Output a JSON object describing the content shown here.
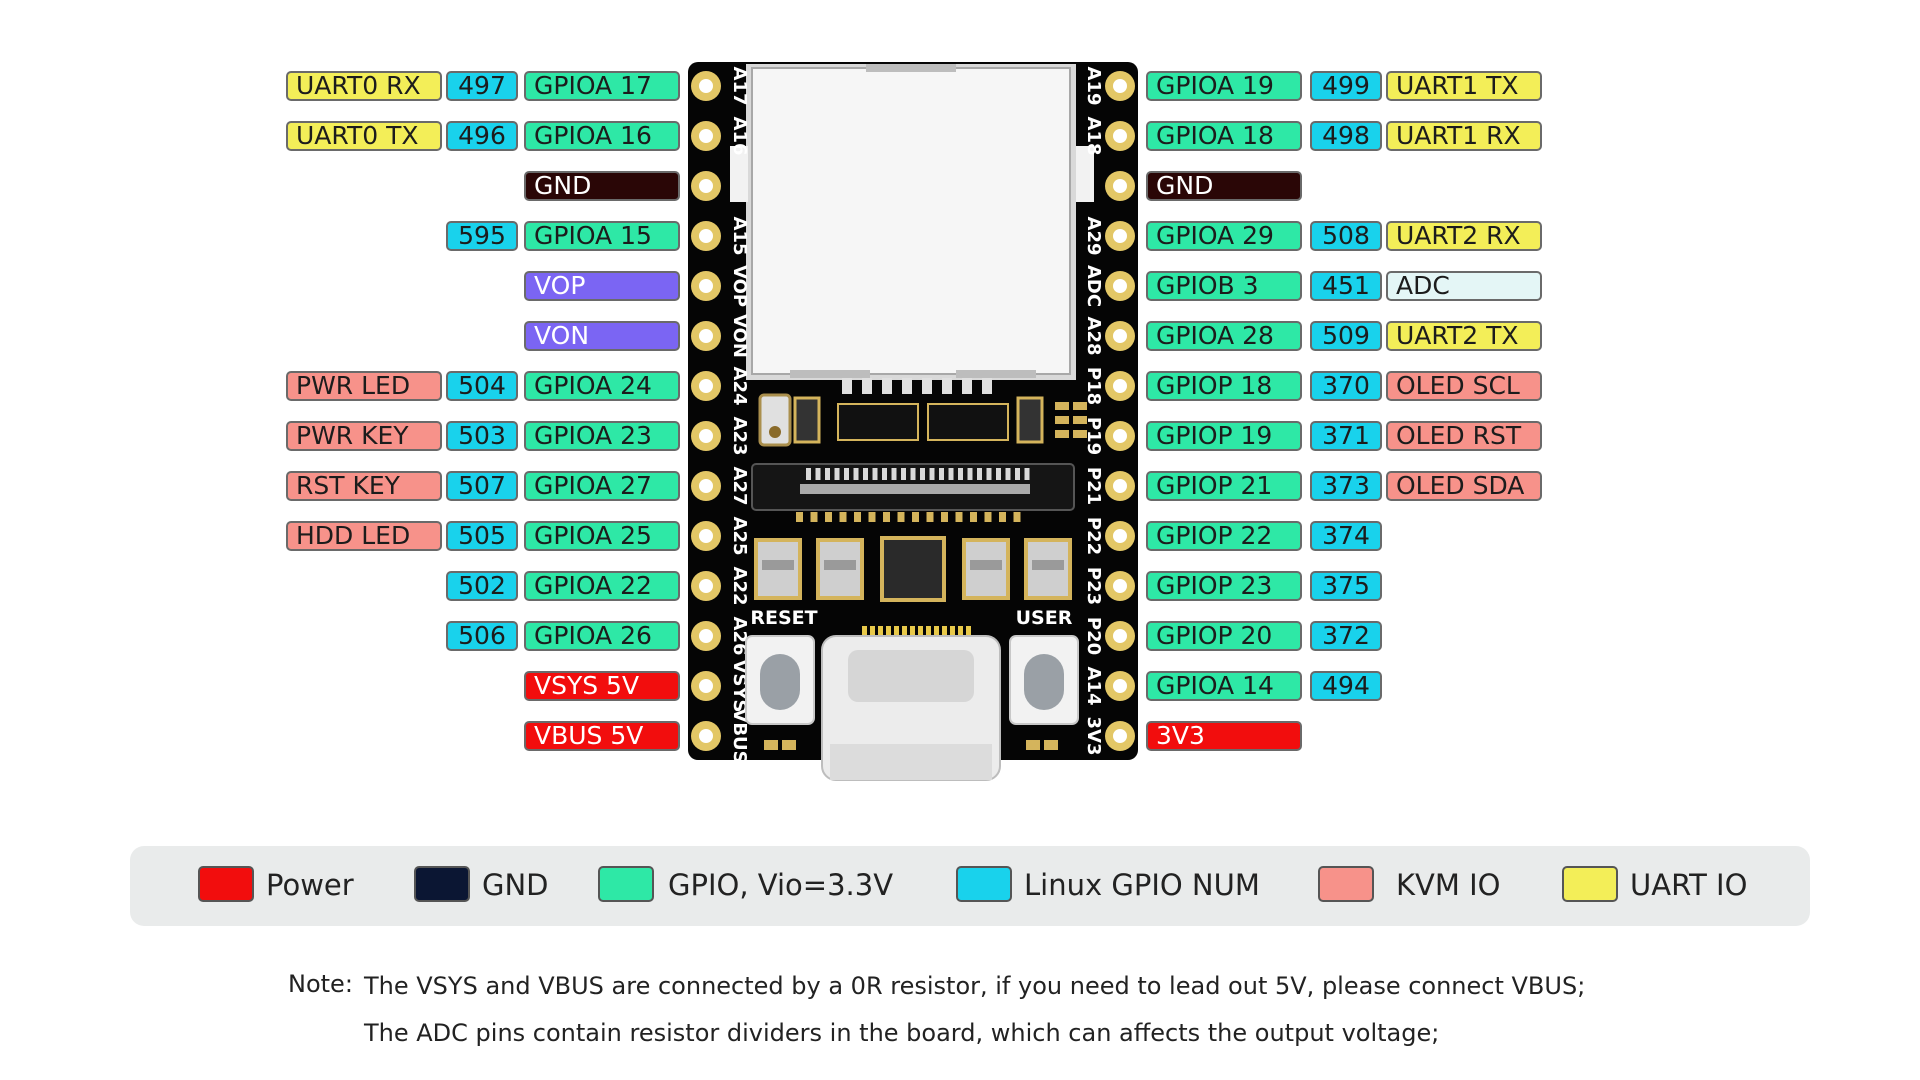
{
  "board": {
    "left_silk": [
      "A17",
      "A16",
      "",
      "A15",
      "VOP",
      "VON",
      "A24",
      "A23",
      "A27",
      "A25",
      "A22",
      "A26",
      "VSYS",
      "VBUS"
    ],
    "right_silk": [
      "A19",
      "A18",
      "",
      "A29",
      "ADC",
      "A28",
      "P18",
      "P19",
      "P21",
      "P22",
      "P23",
      "P20",
      "A14",
      "3V3"
    ],
    "button_reset": "RESET",
    "button_user": "USER"
  },
  "pins_left": [
    {
      "gpio": "GPIOA 17",
      "num": "497",
      "func": "UART0 RX",
      "func_type": "uart"
    },
    {
      "gpio": "GPIOA 16",
      "num": "496",
      "func": "UART0 TX",
      "func_type": "uart"
    },
    {
      "gpio": "GND",
      "type": "gnd"
    },
    {
      "gpio": "GPIOA 15",
      "num": "595"
    },
    {
      "gpio": "VOP",
      "type": "vo"
    },
    {
      "gpio": "VON",
      "type": "vo"
    },
    {
      "gpio": "GPIOA 24",
      "num": "504",
      "func": "PWR LED",
      "func_type": "kvm"
    },
    {
      "gpio": "GPIOA 23",
      "num": "503",
      "func": "PWR KEY",
      "func_type": "kvm"
    },
    {
      "gpio": "GPIOA 27",
      "num": "507",
      "func": "RST KEY",
      "func_type": "kvm"
    },
    {
      "gpio": "GPIOA 25",
      "num": "505",
      "func": "HDD LED",
      "func_type": "kvm"
    },
    {
      "gpio": "GPIOA 22",
      "num": "502"
    },
    {
      "gpio": "GPIOA 26",
      "num": "506"
    },
    {
      "gpio": "VSYS 5V",
      "type": "power"
    },
    {
      "gpio": "VBUS 5V",
      "type": "power"
    }
  ],
  "pins_right": [
    {
      "gpio": "GPIOA 19",
      "num": "499",
      "func": "UART1 TX",
      "func_type": "uart"
    },
    {
      "gpio": "GPIOA 18",
      "num": "498",
      "func": "UART1 RX",
      "func_type": "uart"
    },
    {
      "gpio": "GND",
      "type": "gnd"
    },
    {
      "gpio": "GPIOA 29",
      "num": "508",
      "func": "UART2 RX",
      "func_type": "uart"
    },
    {
      "gpio": "GPIOB 3",
      "num": "451",
      "func": "ADC",
      "func_type": "adc"
    },
    {
      "gpio": "GPIOA 28",
      "num": "509",
      "func": "UART2 TX",
      "func_type": "uart"
    },
    {
      "gpio": "GPIOP 18",
      "num": "370",
      "func": "OLED SCL",
      "func_type": "kvm"
    },
    {
      "gpio": "GPIOP 19",
      "num": "371",
      "func": "OLED RST",
      "func_type": "kvm"
    },
    {
      "gpio": "GPIOP 21",
      "num": "373",
      "func": "OLED SDA",
      "func_type": "kvm"
    },
    {
      "gpio": "GPIOP 22",
      "num": "374"
    },
    {
      "gpio": "GPIOP 23",
      "num": "375"
    },
    {
      "gpio": "GPIOP 20",
      "num": "372"
    },
    {
      "gpio": "GPIOA 14",
      "num": "494"
    },
    {
      "gpio": "3V3",
      "type": "power"
    }
  ],
  "legend": [
    {
      "label": "Power",
      "color": "#f20d0d"
    },
    {
      "label": "GND",
      "color": "#0b1633"
    },
    {
      "label": "GPIO, Vio=3.3V",
      "color": "#2ee8a6"
    },
    {
      "label": "Linux GPIO NUM",
      "color": "#19d2ec"
    },
    {
      "label": "KVM IO",
      "color": "#f7928a"
    },
    {
      "label": "UART IO",
      "color": "#f3ee58"
    }
  ],
  "notes": {
    "label": "Note:",
    "line1": "The VSYS and VBUS are connected by a 0R resistor, if you need to lead out 5V, please connect VBUS;",
    "line2": "The ADC pins contain resistor dividers in the board, which can affects the output voltage;"
  }
}
